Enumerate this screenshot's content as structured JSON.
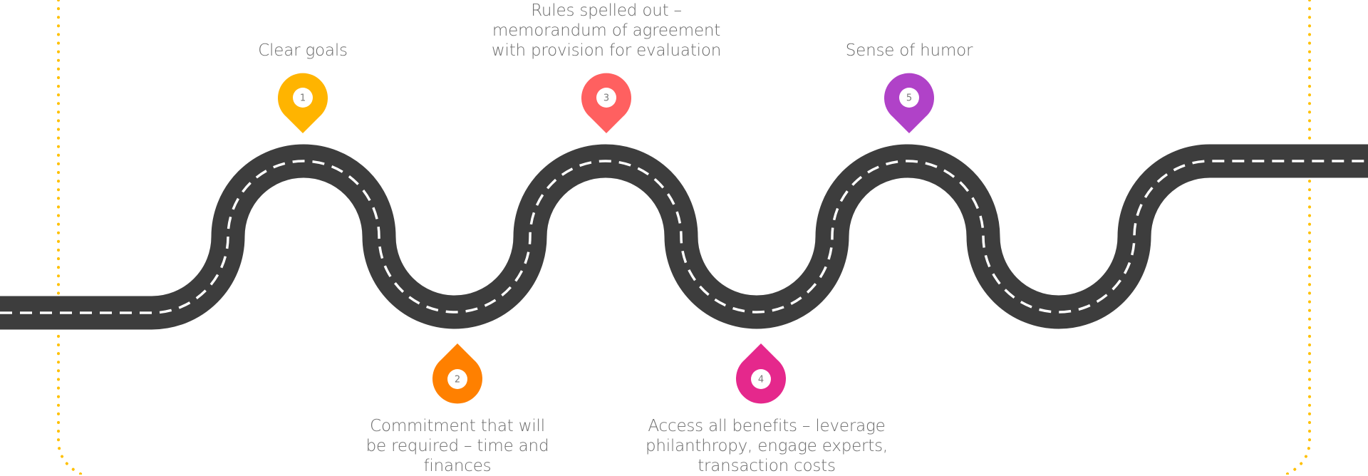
{
  "milestones": [
    {
      "number": "1",
      "label": "Clear goals",
      "color": "#FFB400",
      "side": "top"
    },
    {
      "number": "2",
      "label": "Commitment that will be required – time and finances",
      "color": "#FF8000",
      "side": "bottom"
    },
    {
      "number": "3",
      "label": "Rules spelled out – memorandum of agreement with provision for evaluation",
      "color": "#FF6060",
      "side": "top"
    },
    {
      "number": "4",
      "label": "Access all benefits – leverage philanthropy, engage experts, transaction costs",
      "color": "#E5288C",
      "side": "bottom"
    },
    {
      "number": "5",
      "label": "Sense of humor",
      "color": "#B042C8",
      "side": "top"
    }
  ],
  "colors": {
    "road": "#3d3d3d",
    "road_marking": "#ffffff",
    "dotted_border": "#FFC000"
  }
}
